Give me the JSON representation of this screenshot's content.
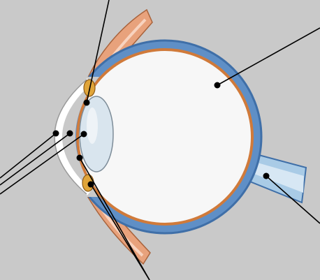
{
  "diagram": {
    "subject": "eye-cross-section",
    "labels_printed": [],
    "colors": {
      "panel": "#c9c9c9",
      "sclera_blue": "#5f8fc6",
      "sclera_dark": "#3f6fa8",
      "choroid_orange": "#d07a3a",
      "vitreous": "#f7f7f7",
      "lens": "#d9e5ee",
      "cornea": "#f4f4f4",
      "muscle": "#e8a27c",
      "iris": "#e0a53a",
      "optic_nerve": "#a9cbe6",
      "pointer": "#000000"
    },
    "pointers": [
      {
        "name": "top-pointer"
      },
      {
        "name": "retina-pointer"
      },
      {
        "name": "cornea-pointer-outer"
      },
      {
        "name": "cornea-pointer-mid"
      },
      {
        "name": "cornea-pointer-inner"
      },
      {
        "name": "lens-pointer"
      },
      {
        "name": "iris-pointer"
      },
      {
        "name": "optic-nerve-pointer"
      }
    ]
  }
}
